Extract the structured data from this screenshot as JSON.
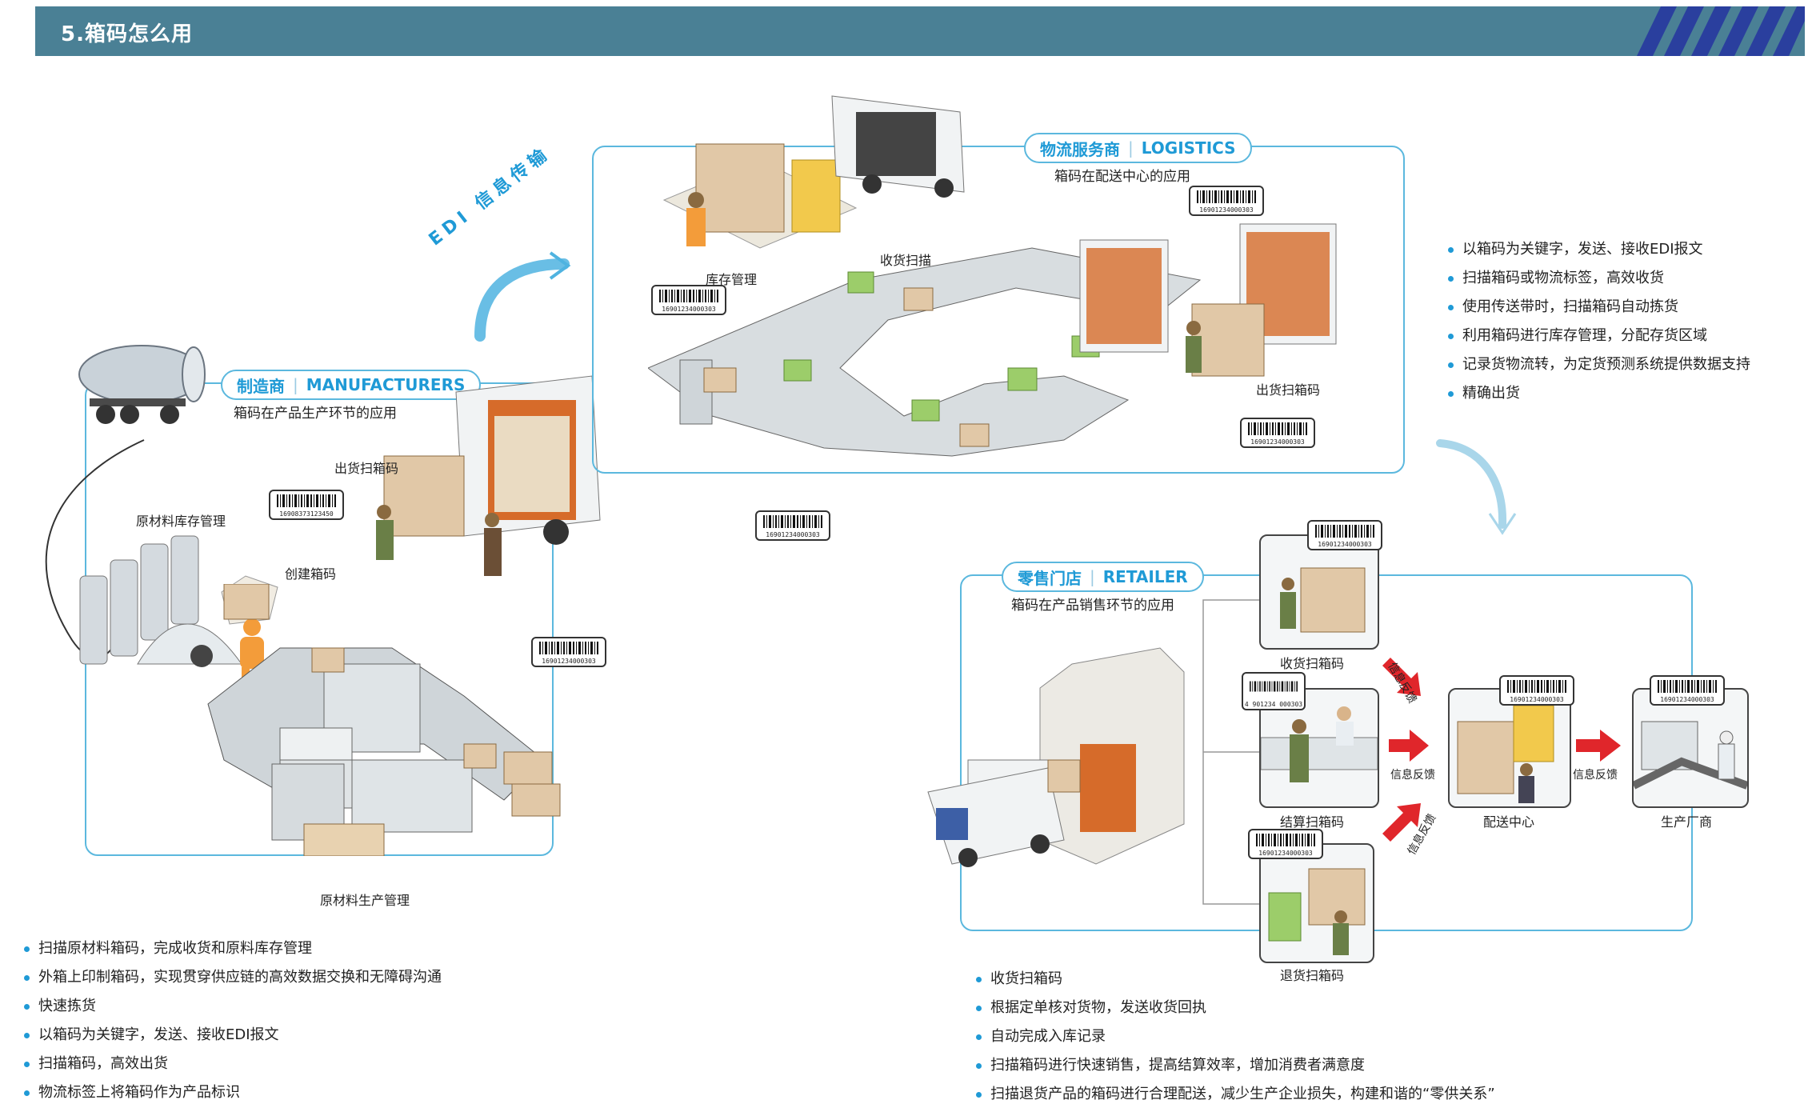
{
  "header": {
    "title": "5.箱码怎么用"
  },
  "edi_arrow_text": "EDI 信息传输",
  "manufacturers": {
    "title_cn": "制造商",
    "title_en": "MANUFACTURERS",
    "subtitle": "箱码在产品生产环节的应用",
    "labels": [
      "出货扫箱码",
      "原材料库存管理",
      "创建箱码",
      "原材料生产管理"
    ],
    "barcodes": [
      "16908373123450",
      "16901234000303"
    ],
    "bullets": [
      "扫描原材料箱码，完成收货和原料库存管理",
      "外箱上印制箱码，实现贯穿供应链的高效数据交换和无障碍沟通",
      "快速拣货",
      "以箱码为关键字，发送、接收EDI报文",
      "扫描箱码，高效出货",
      "物流标签上将箱码作为产品标识"
    ]
  },
  "logistics": {
    "title_cn": "物流服务商",
    "title_en": "LOGISTICS",
    "subtitle": "箱码在配送中心的应用",
    "labels": [
      "库存管理",
      "收货扫描",
      "出货扫箱码"
    ],
    "barcodes": [
      "16901234000303",
      "16901234000303",
      "16901234000303",
      "16901234000303"
    ],
    "bullets": [
      "以箱码为关键字，发送、接收EDI报文",
      "扫描箱码或物流标签，高效收货",
      "使用传送带时，扫描箱码自动拣货",
      "利用箱码进行库存管理，分配存货区域",
      "记录货物流转，为定货预测系统提供数据支持",
      "精确出货"
    ]
  },
  "retailer": {
    "title_cn": "零售门店",
    "title_en": "RETAILER",
    "subtitle": "箱码在产品销售环节的应用",
    "labels": [
      "收货扫箱码",
      "结算扫箱码",
      "退货扫箱码",
      "配送中心",
      "生产厂商"
    ],
    "feedback": [
      "信息反馈",
      "信息反馈",
      "信息反馈",
      "信息反馈"
    ],
    "barcodes": [
      "16901234000303",
      "4 901234 000303",
      "16901234000303",
      "16901234000303",
      "16901234000303"
    ],
    "bullets": [
      "收货扫箱码",
      "根据定单核对货物，发送收货回执",
      "自动完成入库记录",
      "扫描箱码进行快速销售，提高结算效率，增加消费者满意度",
      "扫描退货产品的箱码进行合理配送，减少生产企业损失，构建和谐的“零供关系”"
    ]
  },
  "colors": {
    "header": "#4a8095",
    "accent": "#1f9ad6",
    "panel_border": "#5bb8de",
    "stripe": "#2a3f9e",
    "arrow_red": "#e0262b"
  }
}
